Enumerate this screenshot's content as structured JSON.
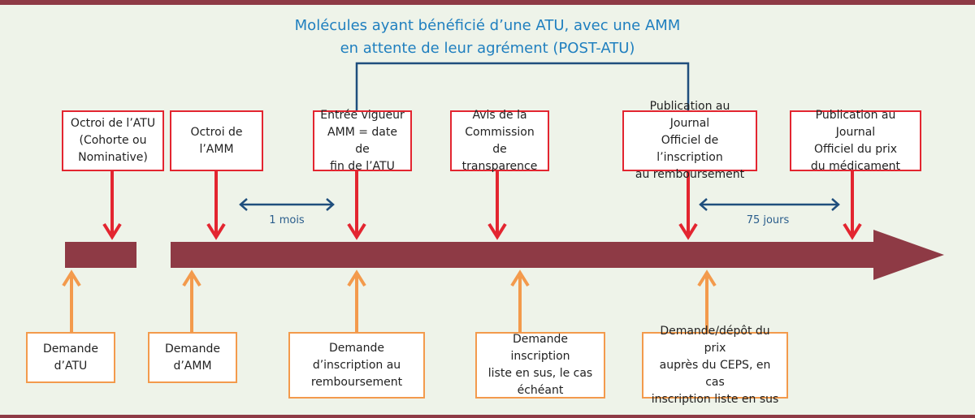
{
  "header": {
    "line1": "Molécules ayant bénéficié d’une ATU, avec une AMM",
    "line2": "en attente de leur agrément (POST-ATU)"
  },
  "top_boxes": [
    {
      "text": "Octroi de l’ATU\n(Cohorte ou\nNominative)"
    },
    {
      "text": "Octroi de\nl’AMM"
    },
    {
      "text": "Entrée vigueur\nAMM = date de\nfin de l’ATU"
    },
    {
      "text": "Avis de la\nCommission de\ntransparence"
    },
    {
      "text": "Publication au Journal\nOfficiel de l’inscription\nau remboursement"
    },
    {
      "text": "Publication au Journal\nOfficiel du prix\ndu médicament"
    }
  ],
  "bottom_boxes": [
    {
      "text": "Demande\nd’ATU"
    },
    {
      "text": "Demande\nd’AMM"
    },
    {
      "text": "Demande\nd’inscription au\nremboursement"
    },
    {
      "text": "Demande inscription\nliste en sus, le cas\néchéant"
    },
    {
      "text": "Demande/dépôt du prix\nauprès du CEPS, en cas\ninscription liste en sus"
    }
  ],
  "intervals": [
    {
      "label": "1 mois"
    },
    {
      "label": "75 jours"
    }
  ],
  "colors": {
    "background": "#eef3e9",
    "timeline": "#8e3a45",
    "red": "#e32530",
    "orange": "#f39a4c",
    "blue_text": "#1f7fbf",
    "navy": "#1f4e7d"
  }
}
